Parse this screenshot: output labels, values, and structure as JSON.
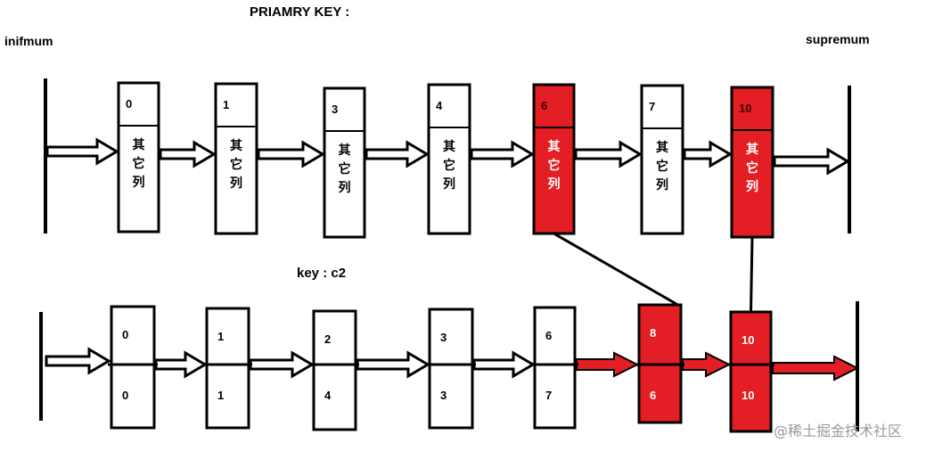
{
  "title": "PRIAMRY KEY :",
  "secondary_title": "key : c2",
  "left_label": "inifmum",
  "right_label": "supremum",
  "other_columns_text": "其它列",
  "primary_nodes": [
    "0",
    "1",
    "3",
    "4",
    "6",
    "7",
    "10"
  ],
  "secondary_nodes": [
    {
      "key": "0",
      "pk": "0"
    },
    {
      "key": "1",
      "pk": "1"
    },
    {
      "key": "2",
      "pk": "4"
    },
    {
      "key": "3",
      "pk": "3"
    },
    {
      "key": "6",
      "pk": "7"
    },
    {
      "key": "8",
      "pk": "6"
    },
    {
      "key": "10",
      "pk": "10"
    }
  ],
  "highlight": {
    "primary_indices": [
      4,
      6
    ],
    "secondary_indices": [
      5,
      6
    ],
    "links": [
      {
        "secondary_index": 5,
        "primary_index": 4
      },
      {
        "secondary_index": 6,
        "primary_index": 6
      }
    ]
  },
  "colors": {
    "highlight_fill": "#e31e24",
    "edge_label": "#d81e1e",
    "line": "#000000",
    "watermark": "#9a9a9a"
  },
  "watermark": "@稀土掘金技术社区"
}
